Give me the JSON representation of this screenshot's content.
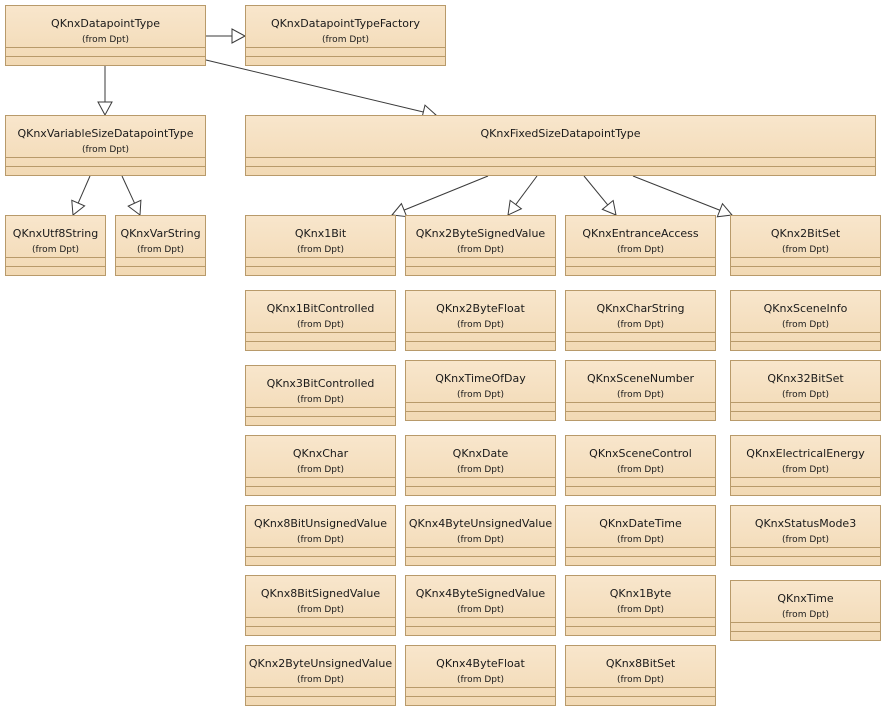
{
  "classes": {
    "datapoint_type": {
      "name": "QKnxDatapointType",
      "stereo": "(from Dpt)"
    },
    "datapoint_type_factory": {
      "name": "QKnxDatapointTypeFactory",
      "stereo": "(from Dpt)"
    },
    "variable_size": {
      "name": "QKnxVariableSizeDatapointType",
      "stereo": "(from Dpt)"
    },
    "fixed_size": {
      "name": "QKnxFixedSizeDatapointType",
      "stereo": ""
    },
    "utf8_string": {
      "name": "QKnxUtf8String",
      "stereo": "(from Dpt)"
    },
    "var_string": {
      "name": "QKnxVarString",
      "stereo": "(from Dpt)"
    },
    "c1_1": {
      "name": "QKnx1Bit",
      "stereo": "(from Dpt)"
    },
    "c1_2": {
      "name": "QKnx1BitControlled",
      "stereo": "(from Dpt)"
    },
    "c1_3": {
      "name": "QKnx3BitControlled",
      "stereo": "(from Dpt)"
    },
    "c1_4": {
      "name": "QKnxChar",
      "stereo": "(from Dpt)"
    },
    "c1_5": {
      "name": "QKnx8BitUnsignedValue",
      "stereo": "(from Dpt)"
    },
    "c1_6": {
      "name": "QKnx8BitSignedValue",
      "stereo": "(from Dpt)"
    },
    "c1_7": {
      "name": "QKnx2ByteUnsignedValue",
      "stereo": "(from Dpt)"
    },
    "c2_1": {
      "name": "QKnx2ByteSignedValue",
      "stereo": "(from Dpt)"
    },
    "c2_2": {
      "name": "QKnx2ByteFloat",
      "stereo": "(from Dpt)"
    },
    "c2_3": {
      "name": "QKnxTimeOfDay",
      "stereo": "(from Dpt)"
    },
    "c2_4": {
      "name": "QKnxDate",
      "stereo": "(from Dpt)"
    },
    "c2_5": {
      "name": "QKnx4ByteUnsignedValue",
      "stereo": "(from Dpt)"
    },
    "c2_6": {
      "name": "QKnx4ByteSignedValue",
      "stereo": "(from Dpt)"
    },
    "c2_7": {
      "name": "QKnx4ByteFloat",
      "stereo": "(from Dpt)"
    },
    "c3_1": {
      "name": "QKnxEntranceAccess",
      "stereo": "(from Dpt)"
    },
    "c3_2": {
      "name": "QKnxCharString",
      "stereo": "(from Dpt)"
    },
    "c3_3": {
      "name": "QKnxSceneNumber",
      "stereo": "(from Dpt)"
    },
    "c3_4": {
      "name": "QKnxSceneControl",
      "stereo": "(from Dpt)"
    },
    "c3_5": {
      "name": "QKnxDateTime",
      "stereo": "(from Dpt)"
    },
    "c3_6": {
      "name": "QKnx1Byte",
      "stereo": "(from Dpt)"
    },
    "c3_7": {
      "name": "QKnx8BitSet",
      "stereo": "(from Dpt)"
    },
    "c4_1": {
      "name": "QKnx2BitSet",
      "stereo": "(from Dpt)"
    },
    "c4_2": {
      "name": "QKnxSceneInfo",
      "stereo": "(from Dpt)"
    },
    "c4_3": {
      "name": "QKnx32BitSet",
      "stereo": "(from Dpt)"
    },
    "c4_4": {
      "name": "QKnxElectricalEnergy",
      "stereo": "(from Dpt)"
    },
    "c4_5": {
      "name": "QKnxStatusMode3",
      "stereo": "(from Dpt)"
    },
    "c4_6": {
      "name": "QKnxTime",
      "stereo": "(from Dpt)"
    }
  },
  "colors": {
    "fill_top": "#f8e6cc",
    "fill_bottom": "#f2d9b4",
    "border": "#b89a6a",
    "line": "#3a3a3a"
  }
}
